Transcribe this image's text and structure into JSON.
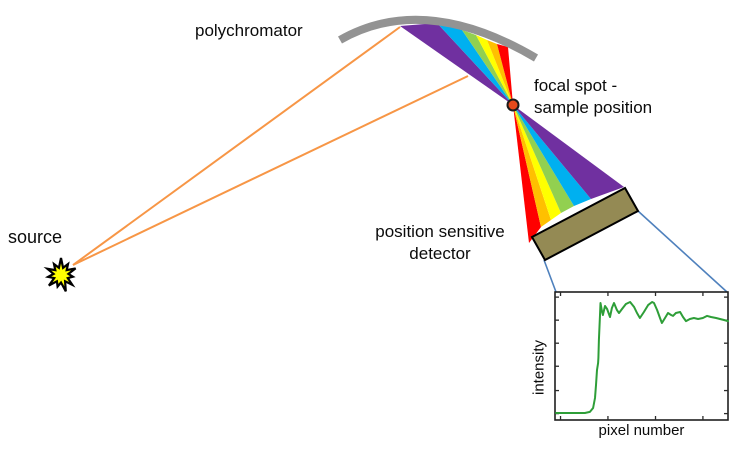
{
  "labels": {
    "polychromator": "polychromator",
    "focal_spot": [
      "focal spot -",
      "sample position"
    ],
    "source": "source",
    "detector": [
      "position sensitive",
      "detector"
    ]
  },
  "colors": {
    "ray_orange": "#F79646",
    "mirror_gray": "#939393",
    "fan": [
      "#7030A0",
      "#00B0F0",
      "#92D050",
      "#FFFF00",
      "#FFC000",
      "#FF0000"
    ],
    "focal_dot": "#E8491C",
    "detector_fill": "#948A54",
    "connector_blue": "#4F81BD",
    "star_yellow": "#FFFF00",
    "outline": "#000000"
  },
  "chart_data": {
    "type": "line",
    "title": "",
    "xlabel": "pixel number",
    "ylabel": "intensity",
    "grid": false,
    "legend": false,
    "x_range_frac": [
      0,
      100
    ],
    "y_range_frac": [
      0,
      100
    ],
    "x_ticks_frac": [
      3.2,
      30.6,
      58.1,
      85.5
    ],
    "y_ticks_frac": [
      5,
      23,
      42,
      60,
      78,
      96
    ],
    "series": [
      {
        "name": "intensity",
        "color": "#2E9E38",
        "points": [
          [
            0.6,
            5.5
          ],
          [
            17.3,
            5.5
          ],
          [
            20.2,
            6.3
          ],
          [
            22.0,
            9.4
          ],
          [
            23.1,
            17.2
          ],
          [
            23.7,
            27.3
          ],
          [
            24.3,
            39.1
          ],
          [
            24.9,
            44.5
          ],
          [
            25.1,
            48.4
          ],
          [
            25.4,
            62.5
          ],
          [
            26.0,
            82.0
          ],
          [
            26.3,
            91.4
          ],
          [
            27.2,
            84.4
          ],
          [
            27.7,
            82.0
          ],
          [
            28.9,
            89.1
          ],
          [
            30.1,
            86.7
          ],
          [
            31.8,
            80.5
          ],
          [
            32.9,
            87.5
          ],
          [
            34.1,
            91.4
          ],
          [
            35.8,
            85.9
          ],
          [
            37.0,
            83.6
          ],
          [
            38.7,
            86.7
          ],
          [
            41.0,
            90.6
          ],
          [
            43.4,
            92.2
          ],
          [
            45.7,
            88.3
          ],
          [
            47.4,
            83.6
          ],
          [
            49.1,
            79.7
          ],
          [
            51.4,
            84.4
          ],
          [
            53.8,
            89.8
          ],
          [
            56.1,
            92.2
          ],
          [
            57.2,
            91.4
          ],
          [
            59.0,
            85.9
          ],
          [
            60.7,
            79.7
          ],
          [
            61.8,
            75.8
          ],
          [
            63.6,
            79.7
          ],
          [
            65.3,
            83.6
          ],
          [
            67.1,
            82.0
          ],
          [
            68.2,
            81.3
          ],
          [
            69.9,
            83.6
          ],
          [
            72.3,
            84.4
          ],
          [
            74.0,
            80.5
          ],
          [
            75.7,
            77.3
          ],
          [
            78.0,
            78.9
          ],
          [
            80.3,
            79.7
          ],
          [
            82.7,
            78.9
          ],
          [
            85.5,
            79.7
          ],
          [
            87.9,
            81.3
          ],
          [
            90.2,
            80.5
          ],
          [
            93.1,
            79.7
          ],
          [
            95.4,
            78.9
          ],
          [
            97.7,
            78.1
          ],
          [
            100,
            77.3
          ]
        ]
      }
    ]
  }
}
